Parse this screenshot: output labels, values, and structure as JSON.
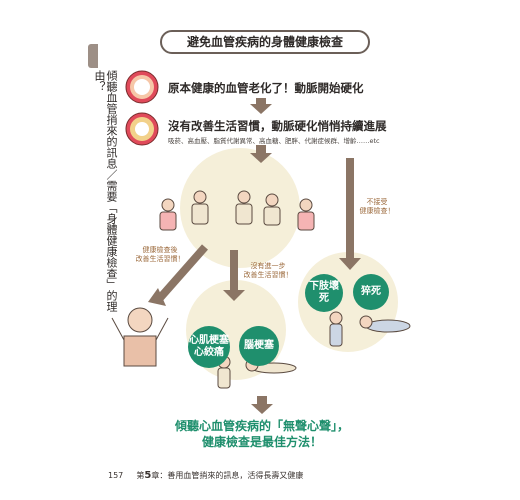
{
  "header": {
    "title": "避免血管疾病的身體健康檢查"
  },
  "side": {
    "vertical_text": "傾聽血管捎來的訊息／需要「身體健康檢查」的理由？"
  },
  "steps": [
    {
      "title": "原本健康的血管老化了！動脈開始硬化"
    },
    {
      "title": "沒有改善生活習慣，動脈硬化悄悄持續進展",
      "subtitle": "吸菸、高血壓、脂質代謝異常、高血糖、肥胖、代謝症候群、增齡……etc"
    }
  ],
  "notes": {
    "no_checkup": "不接受\n健康檢查！",
    "after_checkup": "健康檢查後\n改善生活習慣！",
    "no_further": "沒有進一步\n改善生活習慣！"
  },
  "outcomes": {
    "leg_necrosis": "下肢壞死",
    "sudden_death": "猝死",
    "mi_angina": "心肌梗塞\n心絞痛",
    "stroke": "腦梗塞"
  },
  "conclusion": {
    "line1": "傾聽心血管疾病的「無聲心聲」，",
    "line2": "健康檢查是最佳方法！"
  },
  "footer": {
    "page_number": "157",
    "chapter_prefix": "第",
    "chapter_number": "5",
    "chapter_suffix": "章：善用血管捎來的訊息，活得長壽又健康"
  },
  "colors": {
    "accent_green": "#1f8f6d",
    "arrow_brown": "#8b7565",
    "circle_beige": "#f5efd9",
    "note_brown": "#9c6a3c"
  }
}
